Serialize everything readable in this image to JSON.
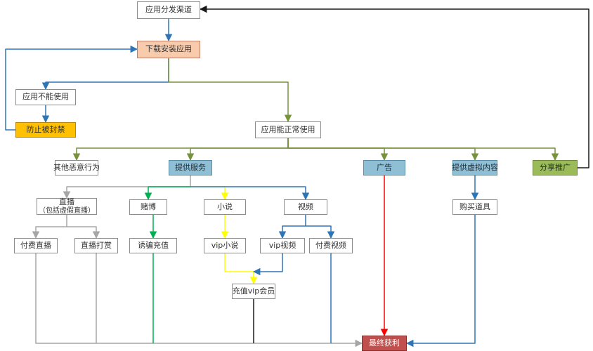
{
  "diagram": {
    "nodes": [
      {
        "id": "channel",
        "label": "应用分发渠道",
        "fill": "#ffffff",
        "border": "#8c8c8c",
        "text": "#333333"
      },
      {
        "id": "download",
        "label": "下载安装应用",
        "fill": "#f8cbad",
        "border": "#c0806a",
        "text": "#333333"
      },
      {
        "id": "unusable",
        "label": "应用不能使用",
        "fill": "#ffffff",
        "border": "#8c8c8c",
        "text": "#333333"
      },
      {
        "id": "anti_ban",
        "label": "防止被封禁",
        "fill": "#ffc000",
        "border": "#b8860b",
        "text": "#333333"
      },
      {
        "id": "usable",
        "label": "应用能正常使用",
        "fill": "#ffffff",
        "border": "#8c8c8c",
        "text": "#333333"
      },
      {
        "id": "malicious",
        "label": "其他恶意行为",
        "fill": "#ffffff",
        "border": "#8c8c8c",
        "text": "#333333"
      },
      {
        "id": "service",
        "label": "提供服务",
        "fill": "#8fbfd4",
        "border": "#5a8ea8",
        "text": "#1f2d3a"
      },
      {
        "id": "ads",
        "label": "广告",
        "fill": "#8fbfd4",
        "border": "#5a8ea8",
        "text": "#1f2d3a"
      },
      {
        "id": "virtual",
        "label": "提供虚拟内容",
        "fill": "#8fbfd4",
        "border": "#5a8ea8",
        "text": "#1f2d3a"
      },
      {
        "id": "share",
        "label": "分享推广",
        "fill": "#9bbb59",
        "border": "#6f8a3a",
        "text": "#1f2d1a"
      },
      {
        "id": "live",
        "label": "直播",
        "label2": "（包括虚假直播）",
        "fill": "#ffffff",
        "border": "#8c8c8c",
        "text": "#333333"
      },
      {
        "id": "gambling",
        "label": "赌博",
        "fill": "#ffffff",
        "border": "#8c8c8c",
        "text": "#333333"
      },
      {
        "id": "novel",
        "label": "小说",
        "fill": "#ffffff",
        "border": "#8c8c8c",
        "text": "#333333"
      },
      {
        "id": "video",
        "label": "视频",
        "fill": "#ffffff",
        "border": "#8c8c8c",
        "text": "#333333"
      },
      {
        "id": "buy_items",
        "label": "购买道具",
        "fill": "#ffffff",
        "border": "#8c8c8c",
        "text": "#333333"
      },
      {
        "id": "paid_live",
        "label": "付费直播",
        "fill": "#ffffff",
        "border": "#8c8c8c",
        "text": "#333333"
      },
      {
        "id": "live_tip",
        "label": "直播打赏",
        "fill": "#ffffff",
        "border": "#8c8c8c",
        "text": "#333333"
      },
      {
        "id": "lure_recharge",
        "label": "诱骗充值",
        "fill": "#ffffff",
        "border": "#8c8c8c",
        "text": "#333333"
      },
      {
        "id": "vip_novel",
        "label": "vip小说",
        "fill": "#ffffff",
        "border": "#8c8c8c",
        "text": "#333333"
      },
      {
        "id": "vip_video",
        "label": "vip视频",
        "fill": "#ffffff",
        "border": "#8c8c8c",
        "text": "#333333"
      },
      {
        "id": "paid_video",
        "label": "付费视频",
        "fill": "#ffffff",
        "border": "#8c8c8c",
        "text": "#333333"
      },
      {
        "id": "vip_member",
        "label": "充值vip会员",
        "fill": "#ffffff",
        "border": "#8c8c8c",
        "text": "#333333"
      },
      {
        "id": "profit",
        "label": "最终获利",
        "fill": "#c0504d",
        "border": "#8b2e2b",
        "text": "#ffffff"
      }
    ],
    "edges": [
      {
        "from": "channel",
        "to": "download",
        "color": "#2e75b6"
      },
      {
        "from": "download",
        "to": "unusable",
        "color": "#2e75b6"
      },
      {
        "from": "download",
        "to": "usable",
        "color": "#76923c"
      },
      {
        "from": "unusable",
        "to": "anti_ban",
        "color": "#2e75b6"
      },
      {
        "from": "anti_ban",
        "to": "download",
        "color": "#2e75b6"
      },
      {
        "from": "usable",
        "to": "malicious",
        "color": "#76923c"
      },
      {
        "from": "usable",
        "to": "service",
        "color": "#76923c"
      },
      {
        "from": "usable",
        "to": "ads",
        "color": "#76923c"
      },
      {
        "from": "usable",
        "to": "virtual",
        "color": "#76923c"
      },
      {
        "from": "usable",
        "to": "share",
        "color": "#76923c"
      },
      {
        "from": "share",
        "to": "channel",
        "color": "#1a1a1a"
      },
      {
        "from": "service",
        "to": "live",
        "color": "#a6a6a6"
      },
      {
        "from": "service",
        "to": "gambling",
        "color": "#00b050"
      },
      {
        "from": "service",
        "to": "novel",
        "color": "#ffff00"
      },
      {
        "from": "service",
        "to": "video",
        "color": "#2e75b6"
      },
      {
        "from": "live",
        "to": "paid_live",
        "color": "#a6a6a6"
      },
      {
        "from": "live",
        "to": "live_tip",
        "color": "#a6a6a6"
      },
      {
        "from": "gambling",
        "to": "lure_recharge",
        "color": "#00b050"
      },
      {
        "from": "novel",
        "to": "vip_novel",
        "color": "#ffff00"
      },
      {
        "from": "video",
        "to": "vip_video",
        "color": "#2e75b6"
      },
      {
        "from": "video",
        "to": "paid_video",
        "color": "#2e75b6"
      },
      {
        "from": "vip_novel",
        "to": "vip_member",
        "color": "#ffff00"
      },
      {
        "from": "vip_video",
        "to": "vip_member",
        "color": "#2e75b6"
      },
      {
        "from": "virtual",
        "to": "buy_items",
        "color": "#2e75b6"
      },
      {
        "from": "paid_live",
        "to": "profit",
        "color": "#a6a6a6"
      },
      {
        "from": "live_tip",
        "to": "profit",
        "color": "#a6a6a6"
      },
      {
        "from": "lure_recharge",
        "to": "profit",
        "color": "#00b050"
      },
      {
        "from": "vip_member",
        "to": "profit",
        "color": "#1a1a1a"
      },
      {
        "from": "paid_video",
        "to": "profit",
        "color": "#2e75b6"
      },
      {
        "from": "ads",
        "to": "profit",
        "color": "#ff0000"
      },
      {
        "from": "buy_items",
        "to": "profit",
        "color": "#2e75b6"
      }
    ]
  }
}
